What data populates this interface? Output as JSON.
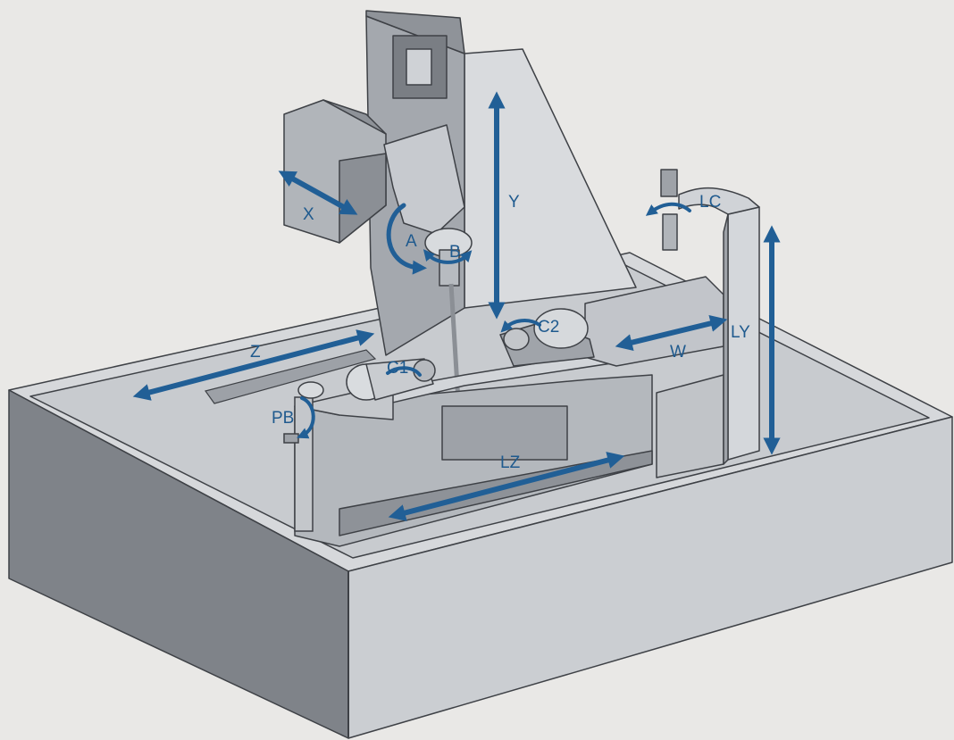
{
  "colors": {
    "background": "#e9e8e6",
    "machine_light": "#dadcdf",
    "machine_mid": "#b9bdc2",
    "machine_dark": "#8e9298",
    "machine_shadow": "#6f7379",
    "outline": "#3e4146",
    "arrow": "#215f96"
  },
  "axes": [
    {
      "id": "x",
      "label": "X",
      "motion": "linear"
    },
    {
      "id": "y",
      "label": "Y",
      "motion": "linear"
    },
    {
      "id": "z",
      "label": "Z",
      "motion": "linear"
    },
    {
      "id": "a",
      "label": "A",
      "motion": "rotary"
    },
    {
      "id": "b",
      "label": "B",
      "motion": "rotary"
    },
    {
      "id": "c1",
      "label": "C1",
      "motion": "rotary"
    },
    {
      "id": "c2",
      "label": "C2",
      "motion": "rotary"
    },
    {
      "id": "w",
      "label": "W",
      "motion": "linear"
    },
    {
      "id": "lc",
      "label": "LC",
      "motion": "rotary"
    },
    {
      "id": "ly",
      "label": "LY",
      "motion": "linear"
    },
    {
      "id": "lz",
      "label": "LZ",
      "motion": "linear"
    },
    {
      "id": "pb",
      "label": "PB",
      "motion": "rotary"
    }
  ]
}
